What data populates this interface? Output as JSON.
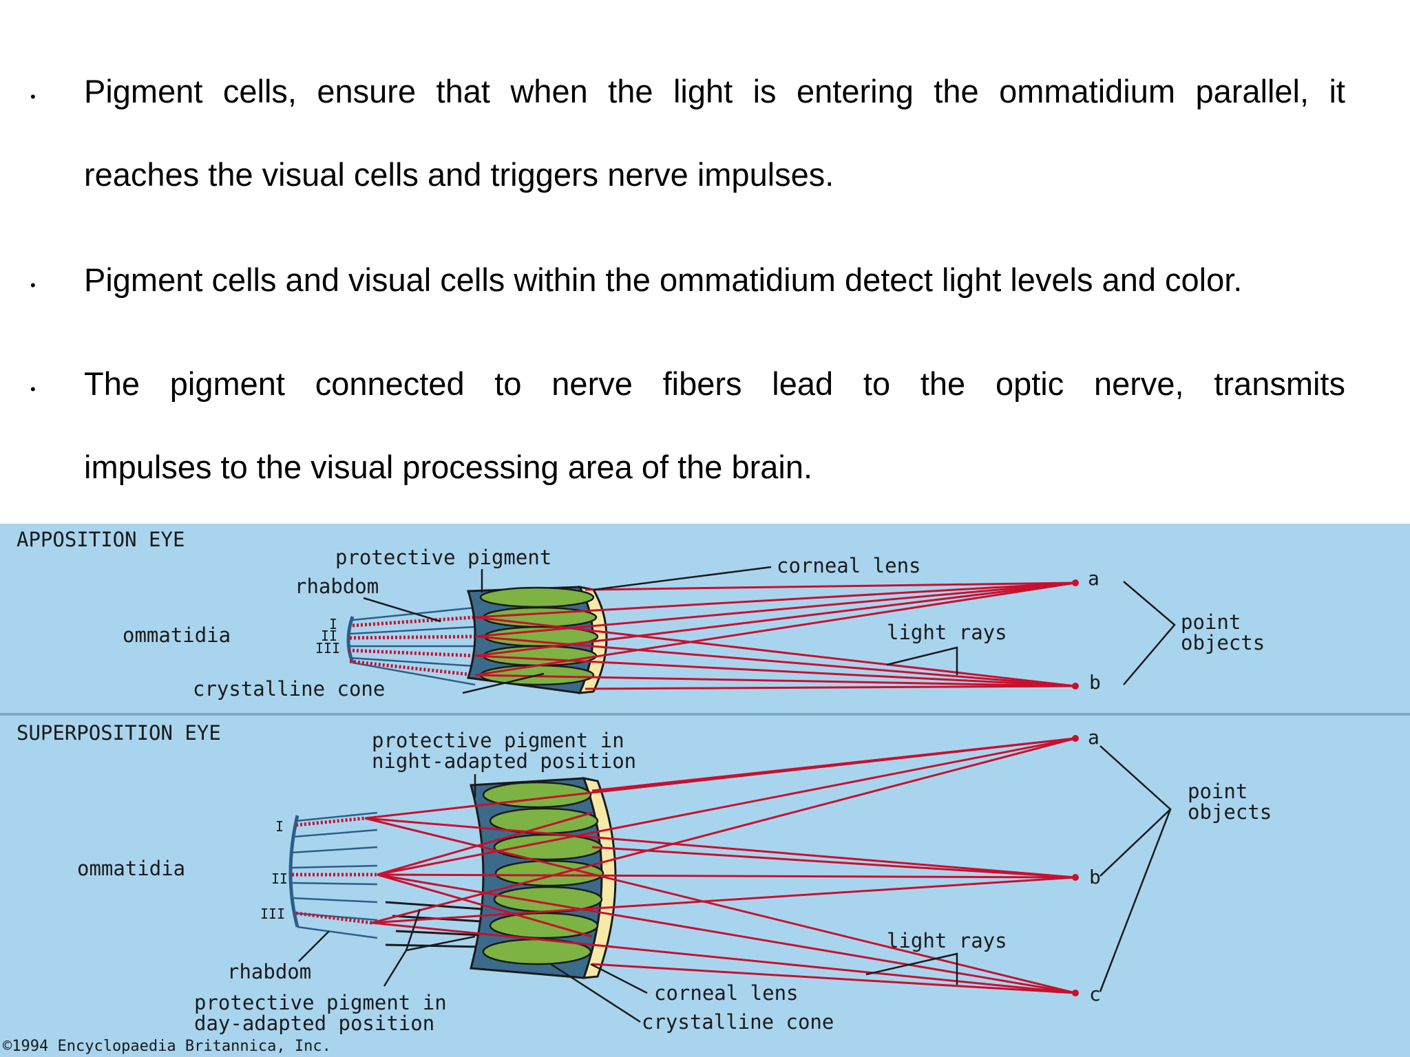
{
  "bullets": [
    {
      "line1": "Pigment cells, ensure that  when the light is entering the ommatidium parallel, it",
      "line2": "reaches the visual cells and triggers nerve impulses."
    },
    {
      "line1": "Pigment cells and visual cells within the ommatidium detect light levels and color."
    },
    {
      "line1": "The pigment connected to nerve fibers lead to the optic nerve, transmits",
      "line2": "impulses to the visual processing area of the brain."
    }
  ],
  "bullet_symbol": "•",
  "figure": {
    "apposition": {
      "title": "APPOSITION EYE",
      "protective_pigment": "protective pigment",
      "rhabdom": "rhabdom",
      "ommatidia": "ommatidia",
      "roman": [
        "I",
        "II",
        "III"
      ],
      "crystalline_cone": "crystalline cone",
      "corneal_lens": "corneal lens",
      "light_rays": "light rays",
      "point_a": "a",
      "point_b": "b",
      "point_objects_1": "point",
      "point_objects_2": "objects"
    },
    "superposition": {
      "title": "SUPERPOSITION EYE",
      "pigment_night_1": "protective pigment in",
      "pigment_night_2": "night-adapted position",
      "ommatidia": "ommatidia",
      "roman": [
        "I",
        "II",
        "III"
      ],
      "rhabdom": "rhabdom",
      "pigment_day_1": "protective pigment in",
      "pigment_day_2": "day-adapted position",
      "corneal_lens": "corneal lens",
      "crystalline_cone": "crystalline cone",
      "light_rays": "light rays",
      "point_a": "a",
      "point_b": "b",
      "point_c": "c",
      "point_objects_1": "point",
      "point_objects_2": "objects"
    },
    "copyright": "©1994 Encyclopaedia Britannica, Inc.",
    "colors": {
      "panel": "#a9d4ee",
      "ray": "#c8102e",
      "lens_yellow": "#f6e9a8",
      "cone_green": "#7cb342",
      "pigment_dark": "#3b6b8a"
    }
  }
}
